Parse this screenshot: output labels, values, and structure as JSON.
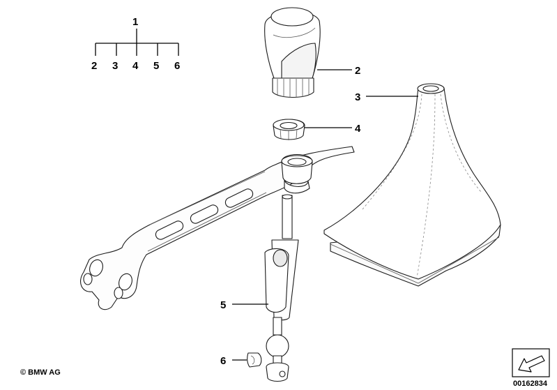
{
  "tree": {
    "root": "1",
    "children": [
      "2",
      "3",
      "4",
      "5",
      "6"
    ]
  },
  "callouts": {
    "knob": "2",
    "boot": "3",
    "bushing": "4",
    "shift_rod": "5",
    "clip": "6"
  },
  "footer": {
    "copyright": "© BMW AG",
    "diagram_number": "00162834"
  }
}
